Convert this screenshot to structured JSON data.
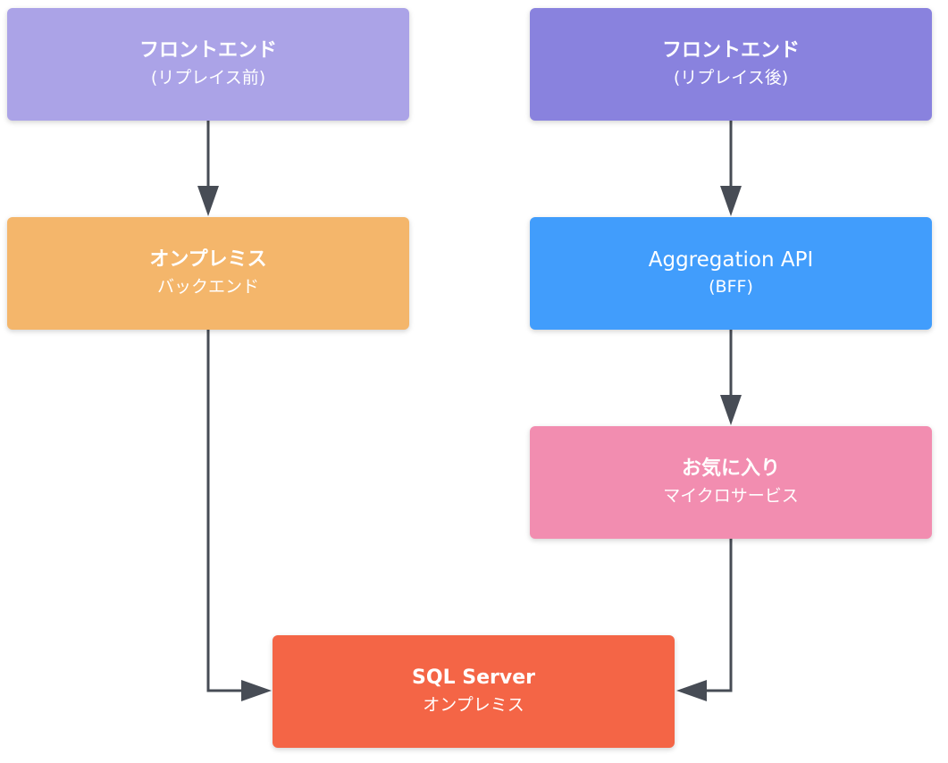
{
  "colors": {
    "frontend_before": "#aba3e7",
    "frontend_after": "#8982de",
    "onprem_backend": "#f4b66b",
    "aggregation_api": "#419dfc",
    "favorites": "#f28db0",
    "sql_server": "#f46546",
    "edge": "#474c55",
    "text": "#ffffff"
  },
  "nodes": {
    "frontend_before": {
      "title": "フロントエンド",
      "subtitle": "(リプレイス前)"
    },
    "frontend_after": {
      "title": "フロントエンド",
      "subtitle": "(リプレイス後)"
    },
    "onprem_backend": {
      "title": "オンプレミス",
      "subtitle": "バックエンド"
    },
    "aggregation_api": {
      "title": "Aggregation API",
      "subtitle": "(BFF)"
    },
    "favorites": {
      "title": "お気に入り",
      "subtitle": "マイクロサービス"
    },
    "sql_server": {
      "title": "SQL Server",
      "subtitle": "オンプレミス"
    }
  },
  "edges": [
    {
      "from": "frontend_before",
      "to": "onprem_backend"
    },
    {
      "from": "onprem_backend",
      "to": "sql_server"
    },
    {
      "from": "frontend_after",
      "to": "aggregation_api"
    },
    {
      "from": "aggregation_api",
      "to": "favorites"
    },
    {
      "from": "favorites",
      "to": "sql_server"
    }
  ]
}
